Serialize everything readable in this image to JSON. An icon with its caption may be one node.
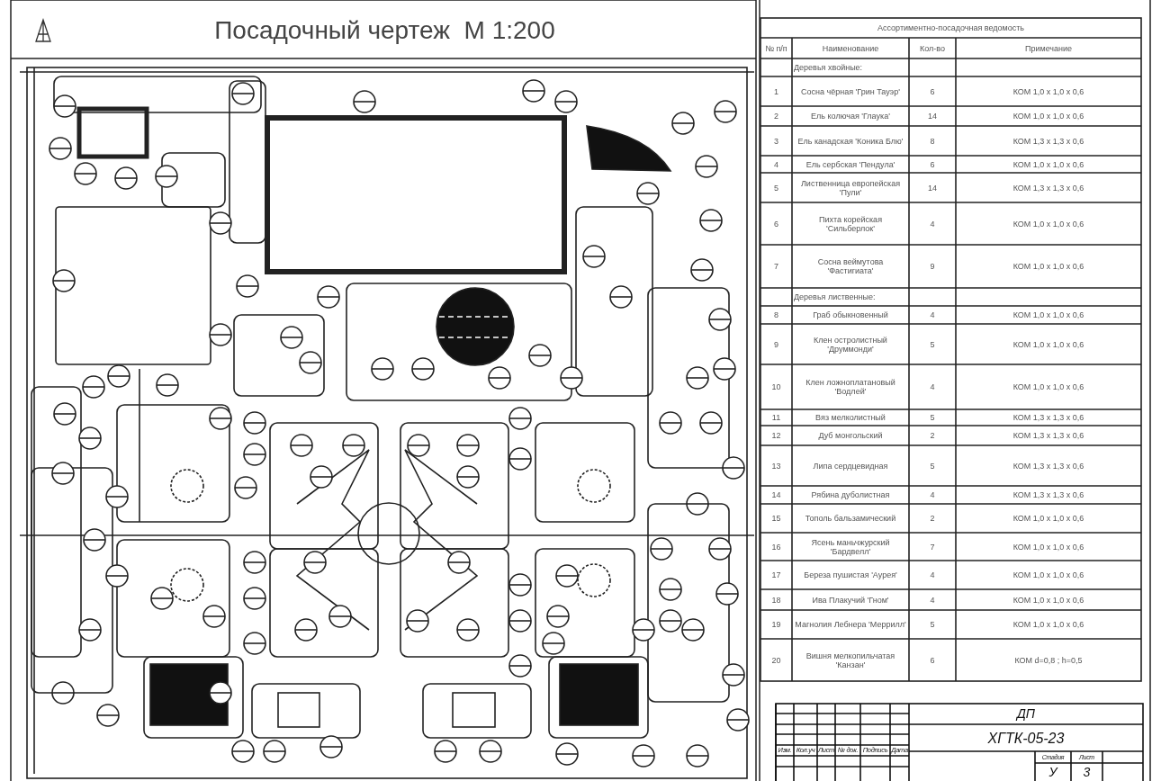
{
  "diagram": {
    "title": "Посадочный чертеж  М 1:200",
    "labels": [
      "Ассортиментно-посадочная ведомость",
      "№ п/п",
      "Наименование",
      "Кол-во",
      "Примечание",
      "Деревья хвойные:",
      "1",
      "Сосна чёрная 'Грин Тауэр'",
      "6",
      "КОМ 1,0 х 1,0 х 0,6",
      "2",
      "Ель колючая 'Глаука'",
      "14",
      "КОМ 1,0 х 1,0 х 0,6",
      "3",
      "Ель канадская 'Коника Блю'",
      "8",
      "КОМ 1,3 х 1,3 х 0,6",
      "4",
      "Ель сербская 'Пендула'",
      "6",
      "КОМ 1,0 х 1,0 х 0,6",
      "5",
      "Лиственница европейская 'Пули'",
      "14",
      "КОМ 1,3 х 1,3 х 0,6",
      "6",
      "Пихта корейская 'Сильберлок'",
      "4",
      "КОМ 1,0 х 1,0 х 0,6",
      "7",
      "Сосна веймутова 'Фастигиата'",
      "9",
      "КОМ 1,0 х 1,0 х 0,6",
      "Деревья лиственные:",
      "8",
      "Граб обыкновенный",
      "4",
      "КОМ 1,0 х 1,0 х 0,6",
      "9",
      "Клен остролистный 'Друммонди'",
      "5",
      "КОМ 1,0 х 1,0 х 0,6",
      "10",
      "Клен ложноплатановый 'Водлей'",
      "4",
      "КОМ 1,0 х 1,0 х 0,6",
      "11",
      "Вяз мелколистный",
      "5",
      "КОМ 1,3 х 1,3 х 0,6",
      "12",
      "Дуб монгольский",
      "2",
      "КОМ 1,3 х 1,3 х 0,6",
      "13",
      "Липа сердцевидная",
      "5",
      "КОМ 1,3 х 1,3 х 0,6",
      "14",
      "Рябина дуболистная",
      "4",
      "КОМ 1,3 х 1,3 х 0,6",
      "15",
      "Тополь бальзамический",
      "2",
      "КОМ 1,0 х 1,0 х 0,6",
      "16",
      "Ясень маньчжурский 'Бардвелл'",
      "7",
      "КОМ 1,0 х 1,0 х 0,6",
      "17",
      "Береза пушистая 'Аурея'",
      "4",
      "КОМ 1,0 х 1,0 х 0,6",
      "18",
      "Ива Плакучий 'Гном'",
      "4",
      "КОМ 1,0 х 1,0 х 0,6",
      "19",
      "Магнолия Лебнера 'Меррилл'",
      "5",
      "КОМ 1,0 х 1,0 х 0,6",
      "20",
      "Вишня мелкопильчатая 'Канзан'",
      "6",
      "КОМ d=0,8 ; h=0,5",
      "Изм.",
      "Кол.уч",
      "Лист",
      "№ док.",
      "Подпись",
      "Дата",
      "ДП",
      "ХГТК-05-23",
      "Стадия",
      "Лист",
      "У",
      "3"
    ]
  }
}
